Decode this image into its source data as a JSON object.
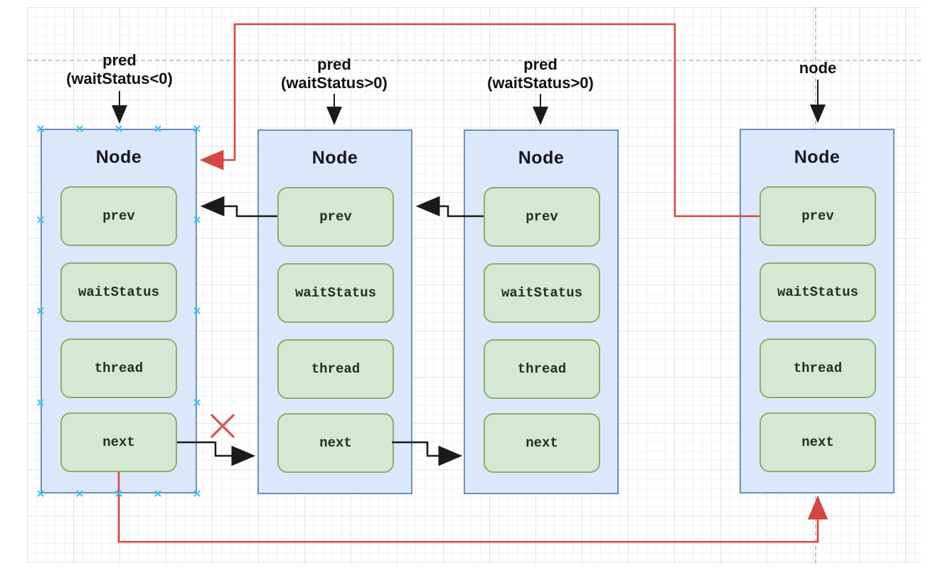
{
  "labels": [
    {
      "line1": "pred",
      "line2": "(waitStatus<0)"
    },
    {
      "line1": "pred",
      "line2": "(waitStatus>0)"
    },
    {
      "line1": "pred",
      "line2": "(waitStatus>0)"
    },
    {
      "line1": "node",
      "line2": ""
    }
  ],
  "nodes": [
    {
      "title": "Node",
      "fields": [
        "prev",
        "waitStatus",
        "thread",
        "next"
      ]
    },
    {
      "title": "Node",
      "fields": [
        "prev",
        "waitStatus",
        "thread",
        "next"
      ]
    },
    {
      "title": "Node",
      "fields": [
        "prev",
        "waitStatus",
        "thread",
        "next"
      ]
    },
    {
      "title": "Node",
      "fields": [
        "prev",
        "waitStatus",
        "thread",
        "next"
      ]
    }
  ],
  "edges": {
    "prev_pointers": [
      "node2.prev -> node1",
      "node3.prev -> node2"
    ],
    "next_pointers": [
      "node1.next -> node2",
      "node2.next -> node3"
    ],
    "red_pointers": [
      "node4.prev -> node1",
      "node1.next -> node4"
    ],
    "broken_link_marker": "X between node1.next and node2"
  },
  "icons": {
    "broken_link": "red-x-icon",
    "connection_point": "cyan-x-handle",
    "arrowhead": "solid-triangle"
  },
  "colors": {
    "node_fill": "#dbe8fb",
    "node_border": "#6c8ebf",
    "field_fill": "#d5e8d4",
    "field_border": "#82b366",
    "arrow_black": "#1a1a1a",
    "arrow_red": "#d64541",
    "x_mark": "#d45f5f",
    "selection_handle": "#35c0f2",
    "label_text": "#111111"
  }
}
